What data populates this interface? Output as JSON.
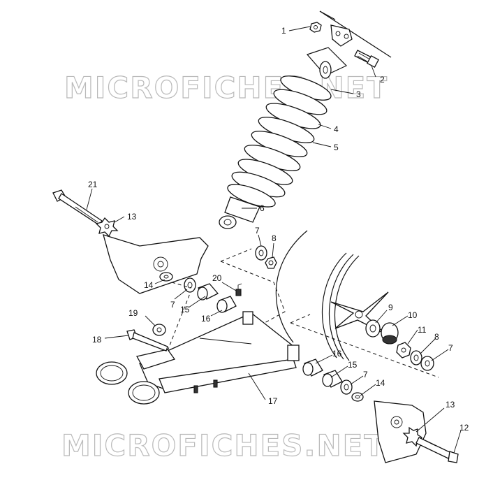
{
  "watermarks": {
    "top": "MICROFICHES.NET",
    "bottom": "MICROFICHES.NET"
  },
  "callouts": {
    "p1": "1",
    "p2": "2",
    "p3": "3",
    "p4": "4",
    "p5": "5",
    "p6": "6",
    "p7a": "7",
    "p7b": "7",
    "p7c": "7",
    "p7d": "7",
    "p8a": "8",
    "p8b": "8",
    "p9": "9",
    "p10": "10",
    "p11": "11",
    "p12": "12",
    "p13a": "13",
    "p13b": "13",
    "p14a": "14",
    "p14b": "14",
    "p15a": "15",
    "p15b": "15",
    "p16a": "16",
    "p16b": "16",
    "p17": "17",
    "p18": "18",
    "p19": "19",
    "p20": "20",
    "p21": "21"
  }
}
